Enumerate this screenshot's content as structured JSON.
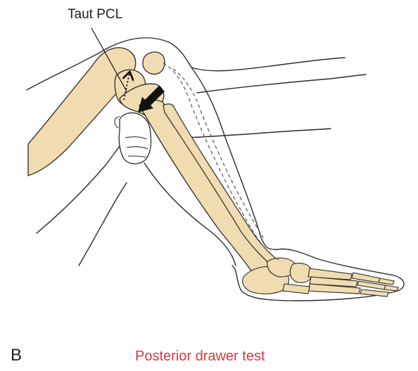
{
  "figure": {
    "callout_label": "Taut PCL",
    "panel_letter": "B",
    "caption": "Posterior drawer test"
  },
  "colors": {
    "bone_fill": "#f1dbb0",
    "outline": "#2b2b2b",
    "arrow": "#111111",
    "caption_text": "#d23a3f"
  },
  "icons": {
    "force_arrow": "posterior-force-arrow",
    "ligament_arrow": "dotted-ligament-arrow"
  }
}
